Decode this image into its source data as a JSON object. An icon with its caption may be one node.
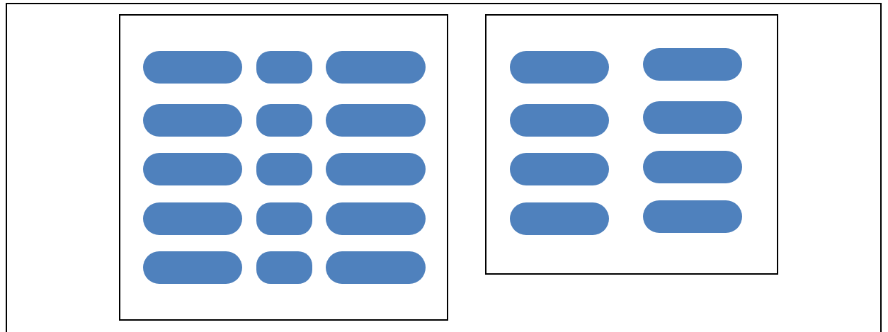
{
  "diagram": {
    "nodes": [
      {
        "text": [],
        "shape": "box"
      },
      {
        "text": [],
        "shape": "bar",
        "in": 0
      },
      {
        "text": [],
        "shape": "bar",
        "in": 0
      },
      {
        "text": [],
        "shape": "bar",
        "in": 0
      },
      {
        "text": [],
        "shape": "bar",
        "in": 0
      },
      {
        "text": [],
        "shape": "bar",
        "in": 0
      },
      {
        "text": [],
        "shape": "bar",
        "in": 0
      },
      {
        "text": [],
        "shape": "bar",
        "in": 0
      },
      {
        "text": [],
        "shape": "bar",
        "in": 0
      },
      {
        "text": [],
        "shape": "bar",
        "in": 0
      },
      {
        "text": [],
        "shape": "bar",
        "in": 0
      },
      {
        "text": [],
        "shape": "bar",
        "in": 0
      },
      {
        "text": [],
        "shape": "bar",
        "in": 0
      },
      {
        "text": [],
        "shape": "bar",
        "in": 0
      },
      {
        "text": [],
        "shape": "bar",
        "in": 0
      },
      {
        "text": [],
        "shape": "bar",
        "in": 0
      },
      {
        "text": [],
        "shape": "box"
      },
      {
        "text": [],
        "shape": "bar",
        "in": 16
      },
      {
        "text": [],
        "shape": "bar",
        "in": 16
      },
      {
        "text": [],
        "shape": "bar",
        "in": 16
      },
      {
        "text": [],
        "shape": "bar",
        "in": 16
      },
      {
        "text": [],
        "shape": "bar",
        "in": 16
      },
      {
        "text": [],
        "shape": "bar",
        "in": 16
      },
      {
        "text": [],
        "shape": "bar",
        "in": 16
      },
      {
        "text": [],
        "shape": "bar",
        "in": 16
      }
    ]
  }
}
